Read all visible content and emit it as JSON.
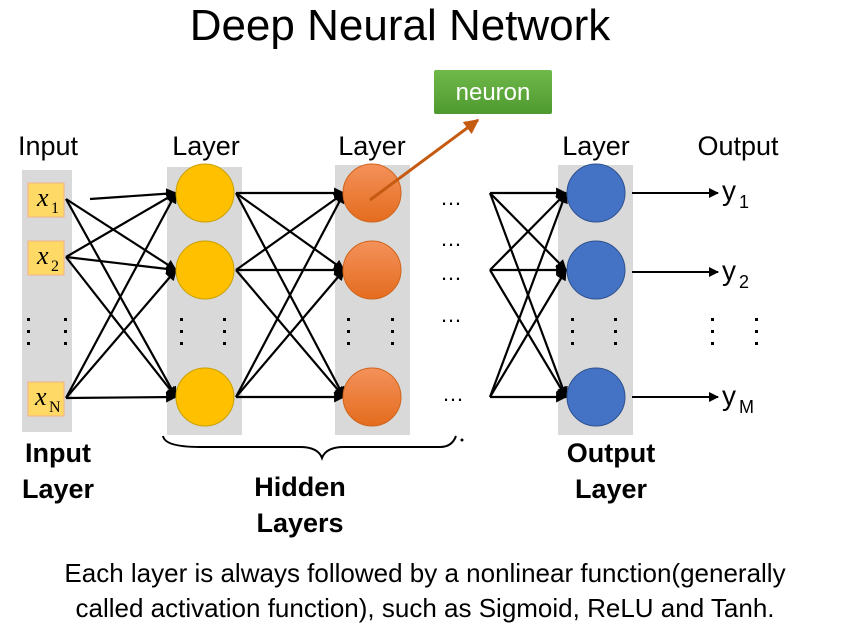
{
  "title": "Deep Neural Network",
  "callout": {
    "label": "neuron",
    "color": "#5aa33a",
    "arrow_color": "#c55a11"
  },
  "column_labels": {
    "input": "Input",
    "hidden1": "Layer",
    "hidden2": "Layer",
    "output_layer": "Layer",
    "output": "Output"
  },
  "inputs": [
    {
      "var": "x",
      "sub": "1"
    },
    {
      "var": "x",
      "sub": "2"
    },
    {
      "var": "x",
      "sub": "N"
    }
  ],
  "outputs": [
    {
      "var": "y",
      "sub": "1"
    },
    {
      "var": "y",
      "sub": "2"
    },
    {
      "var": "y",
      "sub": "M"
    }
  ],
  "bottom_labels": {
    "input_layer_line1": "Input",
    "input_layer_line2": "Layer",
    "hidden_layers_line1": "Hidden",
    "hidden_layers_line2": "Layers",
    "output_layer_line1": "Output",
    "output_layer_line2": "Layer"
  },
  "ellipsis": "…",
  "vertical_ellipsis": "⋮",
  "caption": {
    "line1": "Each layer is always followed by a nonlinear function(generally",
    "line2": "called activation function), such as Sigmoid, ReLU and Tanh."
  },
  "colors": {
    "layer_bg": "#d9d9d9",
    "input_box": "#ffd966",
    "input_box_border": "#f4b183",
    "hidden1_node": "#ffc000",
    "hidden2_node": "#ed7d31",
    "output_node": "#4472c4"
  }
}
